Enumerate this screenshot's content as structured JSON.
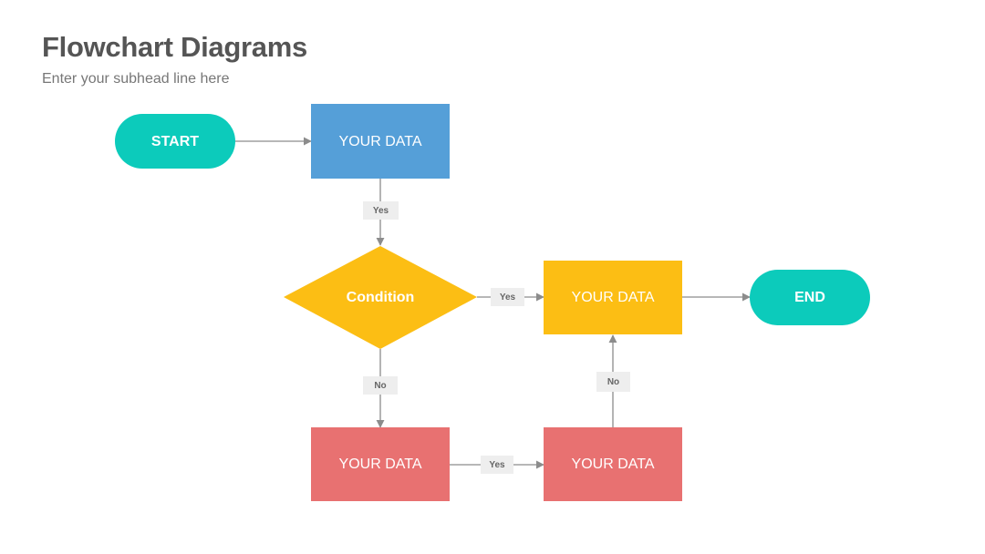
{
  "header": {
    "title": "Flowchart Diagrams",
    "subtitle": "Enter your subhead line here"
  },
  "colors": {
    "terminal": "#0ccbbb",
    "process_blue": "#559fd8",
    "decision": "#fcbe14",
    "process_yellow": "#fcbe14",
    "process_red": "#e87171",
    "connector": "#8c8c8c",
    "label_bg": "#eeeeee"
  },
  "nodes": {
    "start": {
      "label": "START"
    },
    "data1": {
      "label": "YOUR DATA"
    },
    "condition": {
      "label": "Condition"
    },
    "data2": {
      "label": "YOUR DATA"
    },
    "end": {
      "label": "END"
    },
    "data3": {
      "label": "YOUR DATA"
    },
    "data4": {
      "label": "YOUR DATA"
    }
  },
  "edges": {
    "data1_condition": {
      "label": "Yes"
    },
    "condition_data2": {
      "label": "Yes"
    },
    "condition_data3": {
      "label": "No"
    },
    "data3_data4": {
      "label": "Yes"
    },
    "data4_data2": {
      "label": "No"
    }
  }
}
